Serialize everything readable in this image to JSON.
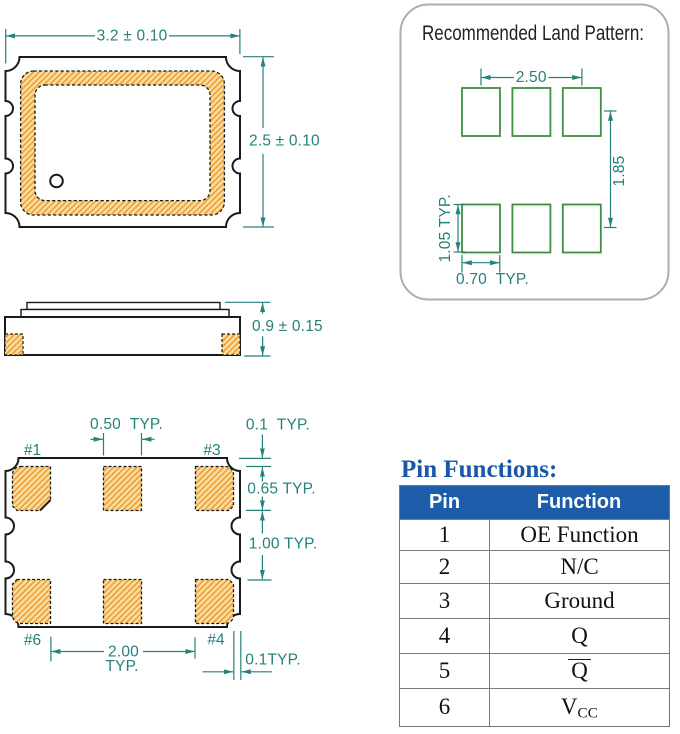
{
  "top_view": {
    "dim_width": "3.2 ± 0.10",
    "dim_height": "2.5 ± 0.10"
  },
  "side_view": {
    "dim_height": "0.9 ± 0.15"
  },
  "bottom_view": {
    "dim_pad_width": "0.50  TYP.",
    "dim_edge_gap_top": "0.1  TYP.",
    "dim_pad_height": "0.65 TYP.",
    "dim_row_gap": "1.00 TYP.",
    "dim_pad_span": "2.00",
    "dim_pad_span_suffix": "TYP.",
    "dim_edge_gap_right": "0.1TYP.",
    "labels": {
      "pin1": "#1",
      "pin3": "#3",
      "pin6": "#6",
      "pin4": "#4"
    }
  },
  "land_pattern": {
    "title": "Recommended Land Pattern:",
    "dim_horizontal_pitch": "2.50",
    "dim_vertical_pitch": "1.85",
    "dim_pad_height": "1.05 TYP.",
    "dim_pad_width": "0.70  TYP."
  },
  "pin_table": {
    "title": "Pin Functions:",
    "headers": [
      "Pin",
      "Function"
    ],
    "rows": [
      {
        "pin": "1",
        "function": "OE Function"
      },
      {
        "pin": "2",
        "function": "N/C"
      },
      {
        "pin": "3",
        "function": "Ground"
      },
      {
        "pin": "4",
        "function": "Q"
      },
      {
        "pin": "5",
        "function": "Q",
        "overline": true
      },
      {
        "pin": "6",
        "function": "V",
        "subscript": "CC"
      }
    ]
  },
  "colors": {
    "dimension": "#26807B",
    "outline": "#1a1a1a",
    "hatch_fill": "#FAD68D",
    "hatch_stripe": "#EA9C33",
    "land_pad_outline": "#3E8E41",
    "panel_border": "#AEAEAE",
    "table_header": "#1C5CA8",
    "title_blue": "#1757A6"
  }
}
